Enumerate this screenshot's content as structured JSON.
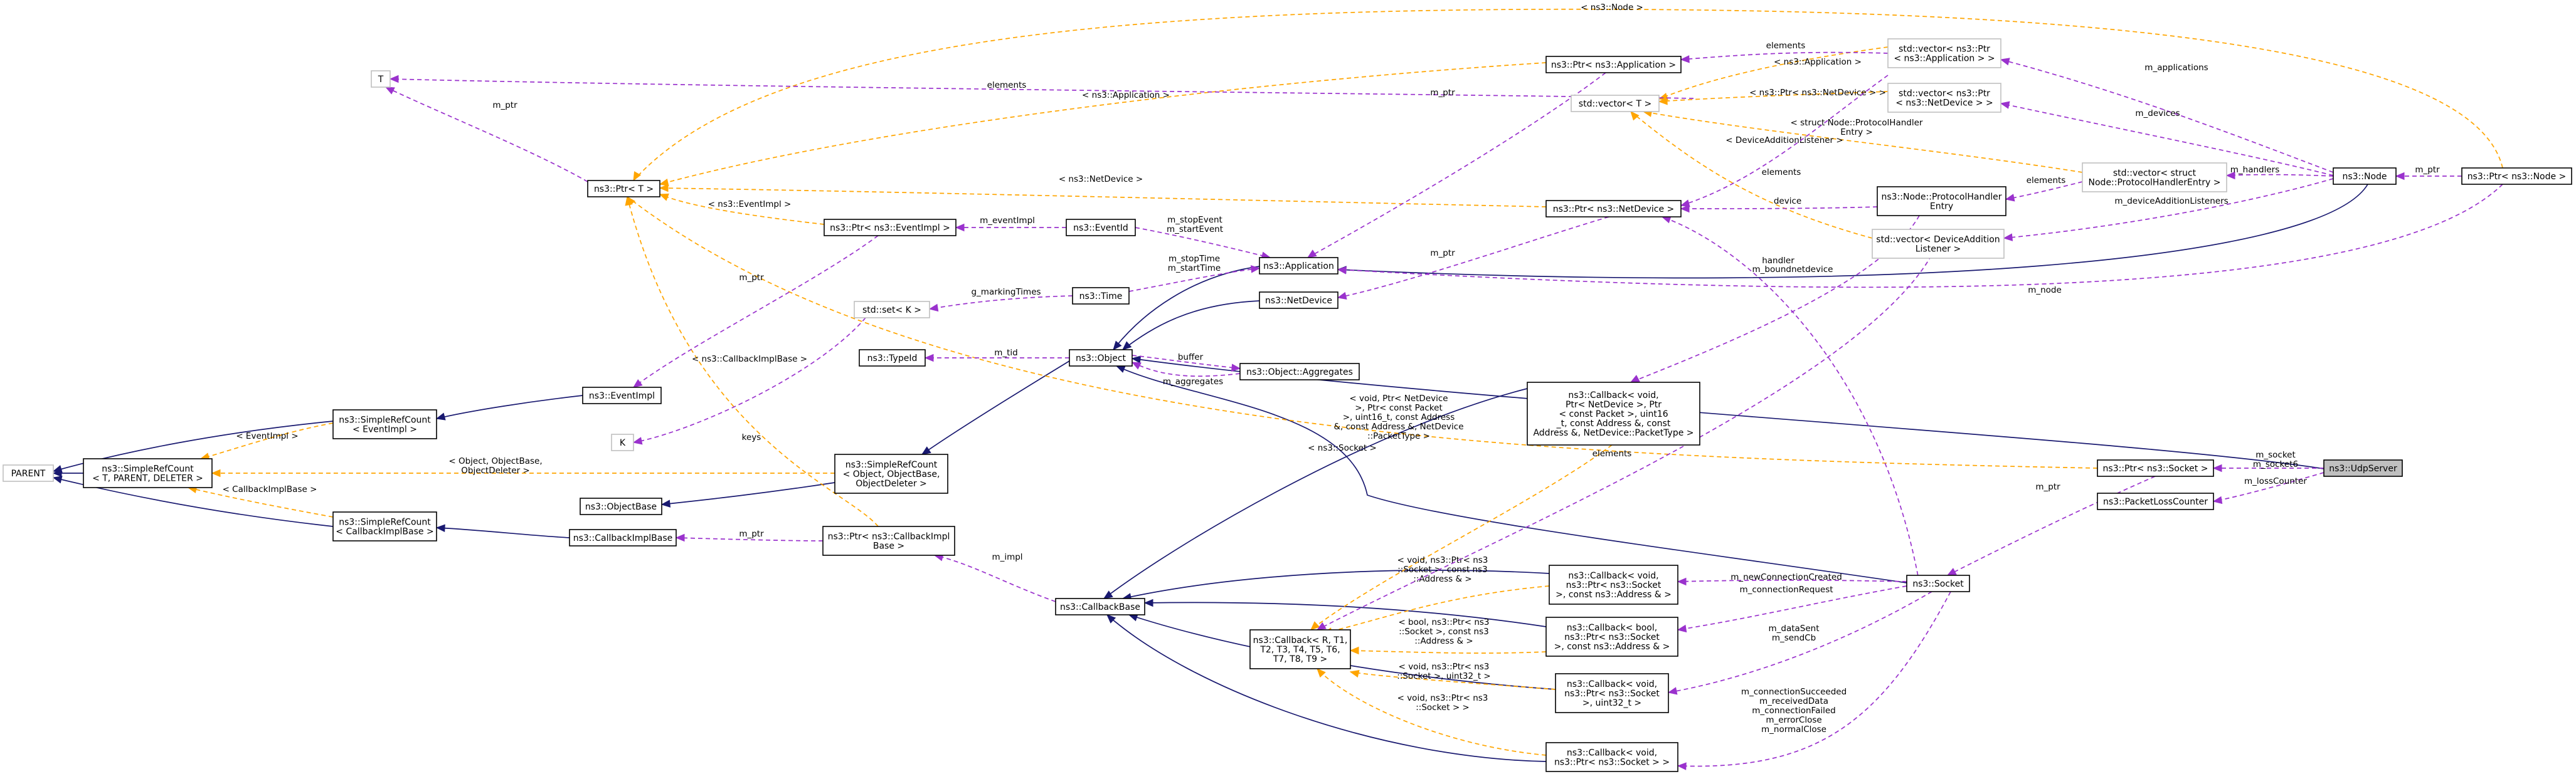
{
  "nodes": {
    "udpserver": "ns3::UdpServer",
    "ptr_node": "ns3::Ptr< ns3::Node >",
    "node": "ns3::Node",
    "vec_app": [
      "std::vector< ns3::Ptr",
      "< ns3::Application > >"
    ],
    "vec_netdev": [
      "std::vector< ns3::Ptr",
      "< ns3::NetDevice > >"
    ],
    "vec_handler": [
      "std::vector< struct",
      "Node::ProtocolHandlerEntry >"
    ],
    "vec_t": "std::vector< T >",
    "vec_listener": [
      "std::vector< DeviceAddition",
      "Listener >"
    ],
    "ptr_application": "ns3::Ptr< ns3::Application >",
    "ptr_netdevice": "ns3::Ptr< ns3::NetDevice >",
    "handler_entry": [
      "ns3::Node::ProtocolHandler",
      "Entry"
    ],
    "t": "T",
    "ptr_t": "ns3::Ptr< T >",
    "ptr_eventimpl": "ns3::Ptr< ns3::EventImpl >",
    "eventid": "ns3::EventId",
    "application": "ns3::Application",
    "netdevice": "ns3::NetDevice",
    "time": "ns3::Time",
    "set_k": "std::set< K >",
    "typeid": "ns3::TypeId",
    "object": "ns3::Object",
    "aggregates": "ns3::Object::Aggregates",
    "k": "K",
    "eventimpl": "ns3::EventImpl",
    "srefcount_eventimpl": [
      "ns3::SimpleRefCount",
      "< EventImpl >"
    ],
    "parent": "PARENT",
    "srefcount_tpd": [
      "ns3::SimpleRefCount",
      "< T, PARENT, DELETER >"
    ],
    "srefcount_object": [
      "ns3::SimpleRefCount",
      "< Object, ObjectBase,",
      "ObjectDeleter >"
    ],
    "objectbase": "ns3::ObjectBase",
    "srefcount_cbimpl": [
      "ns3::SimpleRefCount",
      "< CallbackImplBase >"
    ],
    "callbackimplbase": "ns3::CallbackImplBase",
    "ptr_cbimpl": [
      "ns3::Ptr< ns3::CallbackImpl",
      "Base >"
    ],
    "callback_protocol": [
      "ns3::Callback< void,",
      "Ptr< NetDevice >, Ptr",
      "< const Packet >, uint16",
      "_t, const Address &, const",
      "Address &, NetDevice::PacketType >"
    ],
    "ptr_socket": "ns3::Ptr< ns3::Socket >",
    "packetlosscounter": "ns3::PacketLossCounter",
    "callbackbase": "ns3::CallbackBase",
    "callback_generic": [
      "ns3::Callback< R, T1,",
      "T2, T3, T4, T5, T6,",
      "T7, T8, T9 >"
    ],
    "cb_void_sock_addr": [
      "ns3::Callback< void,",
      "ns3::Ptr< ns3::Socket",
      ">, const ns3::Address & >"
    ],
    "cb_bool_sock_addr": [
      "ns3::Callback< bool,",
      "ns3::Ptr< ns3::Socket",
      ">, const ns3::Address & >"
    ],
    "cb_void_sock_u32": [
      "ns3::Callback< void,",
      "ns3::Ptr< ns3::Socket",
      ">, uint32_t >"
    ],
    "cb_void_sock": [
      "ns3::Callback< void,",
      "ns3::Ptr< ns3::Socket > >"
    ],
    "socket": "ns3::Socket"
  },
  "edge_labels": {
    "node_top": "< ns3::Node >",
    "elements_app": "elements",
    "app_tmpl": "< ns3::Application >",
    "elements_t": "elements",
    "mptr_t": "m_ptr",
    "mptr_app": "m_ptr",
    "m_applications": "m_applications",
    "netdev_tmpl": "< ns3::Ptr< ns3::NetDevice > >",
    "m_devices": "m_devices",
    "handler_tmpl": [
      "< struct Node::ProtocolHandler",
      "Entry >"
    ],
    "elements_handler": "elements",
    "m_handlers": "m_handlers",
    "mptr_node": "m_ptr",
    "listener_tmpl": "< DeviceAdditionListener >",
    "elements_netdev": "elements",
    "ptr_netdevice_tmpl": "< ns3::NetDevice >",
    "device": "device",
    "m_deviceAdditionListeners": "m_deviceAdditionListeners",
    "eventimpl_tmpl": "< ns3::EventImpl >",
    "m_eventImpl": "m_eventImpl",
    "stopstart_event": [
      "m_stopEvent",
      "m_startEvent"
    ],
    "stopstart_time": [
      "m_stopTime",
      "m_startTime"
    ],
    "mptr_netdev": "m_ptr",
    "handler": "handler",
    "m_boundnetdevice": "m_boundnetdevice",
    "g_markingTimes": "g_markingTimes",
    "m_node": "m_node",
    "mptr_eventimpl": "m_ptr",
    "m_tid": "m_tid",
    "buffer": "buffer",
    "m_aggregates": "m_aggregates",
    "keys": "keys",
    "cbimplbase_tmpl": "< ns3::CallbackImplBase >",
    "object_tmpl": [
      "< Object, ObjectBase,",
      "ObjectDeleter >"
    ],
    "eventimpl_srtmpl": "< EventImpl >",
    "callbackimplbase_srtmpl": "< CallbackImplBase >",
    "mptr_cbimpl": "m_ptr",
    "m_impl": "m_impl",
    "protocol_tmpl": [
      "< void, Ptr< NetDevice",
      ">, Ptr< const Packet",
      ">, uint16_t, const Address",
      "&, const Address &, NetDevice",
      "::PacketType >"
    ],
    "socket_tmpl": "< ns3::Socket >",
    "elements_listener": "elements",
    "m_socket": [
      "m_socket",
      "m_socket6"
    ],
    "m_lossCounter": "m_lossCounter",
    "mptr_socket": "m_ptr",
    "m_newConnectionCreated": "m_newConnectionCreated",
    "m_connectionRequest": "m_connectionRequest",
    "tmpl_void_addr": [
      "< void, ns3::Ptr< ns3",
      "::Socket >, const ns3",
      "::Address & >"
    ],
    "tmpl_bool_addr": [
      "< bool, ns3::Ptr< ns3",
      "::Socket >, const ns3",
      "::Address & >"
    ],
    "tmpl_void_u32": [
      "< void, ns3::Ptr< ns3",
      "::Socket >, uint32_t >"
    ],
    "tmpl_void_sock": [
      "< void, ns3::Ptr< ns3",
      "::Socket > >"
    ],
    "datasent": [
      "m_dataSent",
      "m_sendCb"
    ],
    "connection": [
      "m_connectionSucceeded",
      "m_receivedData",
      "m_connectionFailed",
      "m_errorClose",
      "m_normalClose"
    ]
  }
}
